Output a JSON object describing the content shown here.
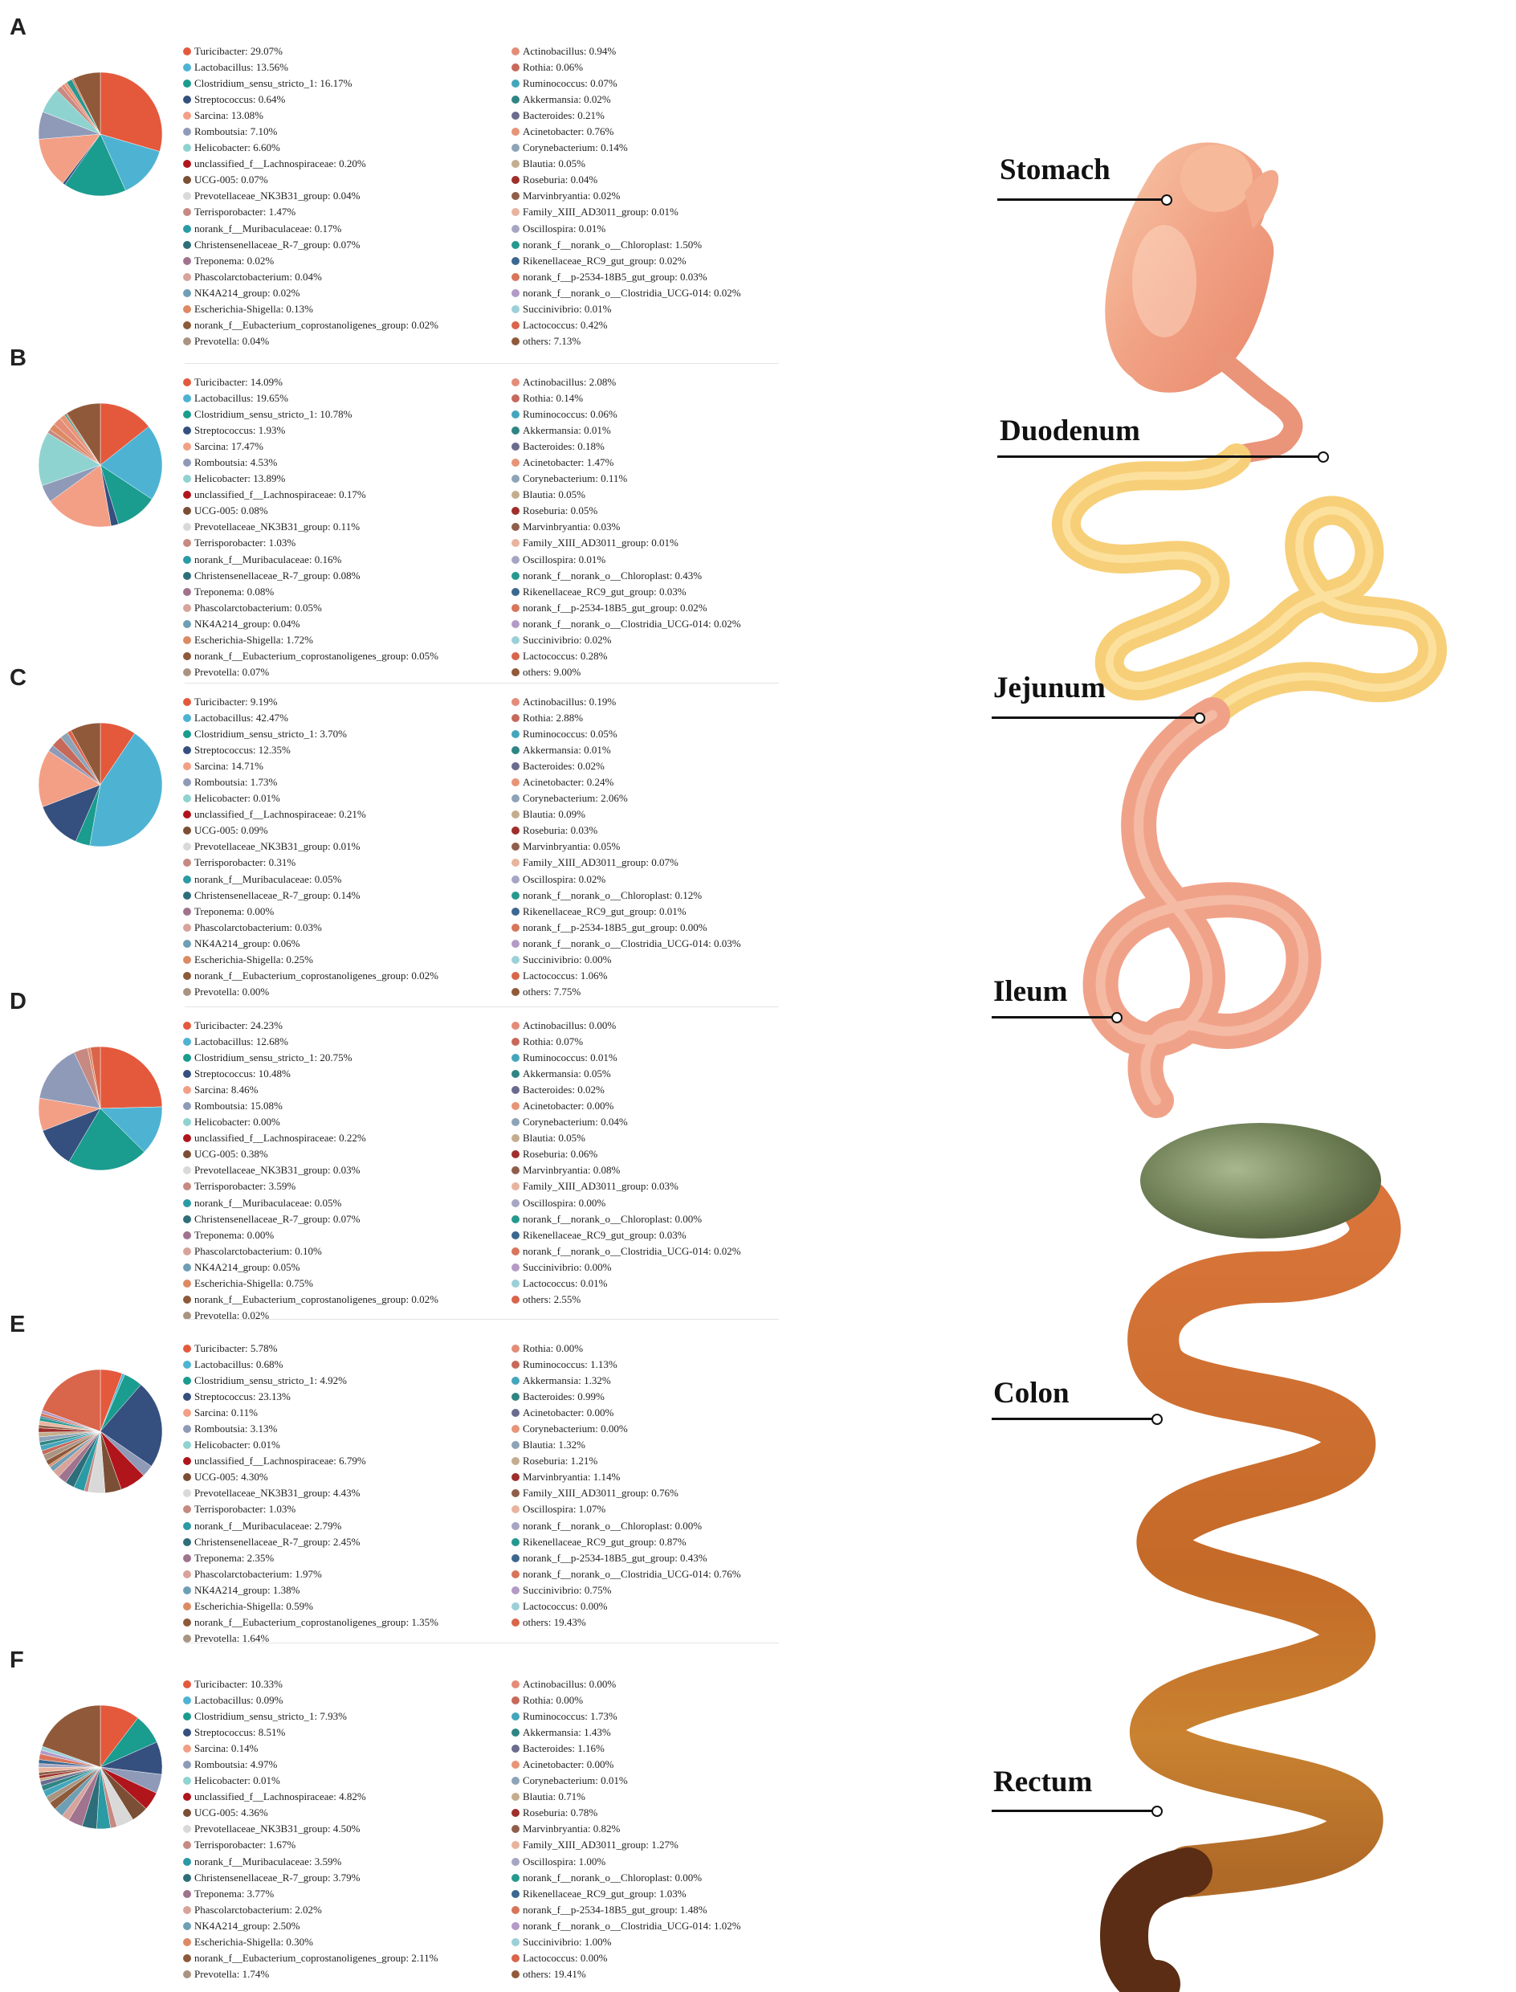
{
  "colors": [
    "#e4593c",
    "#4eb3d3",
    "#1a9c8f",
    "#35507f",
    "#f39f86",
    "#8f9ab8",
    "#8fd3d0",
    "#b0151b",
    "#7b4f35",
    "#d9d9d9",
    "#c68a82",
    "#2a9aa4",
    "#2e6e7a",
    "#a0738e",
    "#d8a39a",
    "#6e9fb5",
    "#dd8a64",
    "#8d5a3a",
    "#a99482",
    "#e48c78",
    "#c7695a",
    "#43a6bd",
    "#2e8583",
    "#6a6b8f",
    "#e89477",
    "#8da3b8",
    "#c4ad8e",
    "#9e2f2a",
    "#8f5e4a",
    "#e8b49e",
    "#a6a6c4",
    "#26998f",
    "#3b6790",
    "#d8755a",
    "#b39ac7",
    "#9bd0d8",
    "#d9654b",
    "#905a3a"
  ],
  "panels": [
    {
      "letter": "A",
      "col1": [
        "Turicibacter: 29.07%",
        "Lactobacillus: 13.56%",
        "Clostridium_sensu_stricto_1: 16.17%",
        "Streptococcus: 0.64%",
        "Sarcina: 13.08%",
        "Romboutsia: 7.10%",
        "Helicobacter: 6.60%",
        "unclassified_f__Lachnospiraceae: 0.20%",
        "UCG-005: 0.07%",
        "Prevotellaceae_NK3B31_group: 0.04%",
        "Terrisporobacter: 1.47%",
        "norank_f__Muribaculaceae: 0.17%",
        "Christensenellaceae_R-7_group: 0.07%",
        "Treponema: 0.02%",
        "Phascolarctobacterium: 0.04%",
        "NK4A214_group: 0.02%",
        "Escherichia-Shigella: 0.13%",
        "norank_f__Eubacterium_coprostanoligenes_group: 0.02%",
        "Prevotella: 0.04%"
      ],
      "col2": [
        "Actinobacillus: 0.94%",
        "Rothia: 0.06%",
        "Ruminococcus: 0.07%",
        "Akkermansia: 0.02%",
        "Bacteroides: 0.21%",
        "Acinetobacter: 0.76%",
        "Corynebacterium: 0.14%",
        "Blautia: 0.05%",
        "Roseburia: 0.04%",
        "Marvinbryantia: 0.02%",
        "Family_XIII_AD3011_group: 0.01%",
        "Oscillospira: 0.01%",
        "norank_f__norank_o__Chloroplast: 1.50%",
        "Rikenellaceae_RC9_gut_group: 0.02%",
        "norank_f__p-2534-18B5_gut_group: 0.03%",
        "norank_f__norank_o__Clostridia_UCG-014: 0.02%",
        "Succinivibrio: 0.01%",
        "Lactococcus: 0.42%",
        "others: 7.13%"
      ]
    },
    {
      "letter": "B",
      "col1": [
        "Turicibacter: 14.09%",
        "Lactobacillus: 19.65%",
        "Clostridium_sensu_stricto_1: 10.78%",
        "Streptococcus: 1.93%",
        "Sarcina: 17.47%",
        "Romboutsia: 4.53%",
        "Helicobacter: 13.89%",
        "unclassified_f__Lachnospiraceae: 0.17%",
        "UCG-005: 0.08%",
        "Prevotellaceae_NK3B31_group: 0.11%",
        "Terrisporobacter: 1.03%",
        "norank_f__Muribaculaceae: 0.16%",
        "Christensenellaceae_R-7_group: 0.08%",
        "Treponema: 0.08%",
        "Phascolarctobacterium: 0.05%",
        "NK4A214_group: 0.04%",
        "Escherichia-Shigella: 1.72%",
        "norank_f__Eubacterium_coprostanoligenes_group: 0.05%",
        "Prevotella: 0.07%"
      ],
      "col2": [
        "Actinobacillus: 2.08%",
        "Rothia: 0.14%",
        "Ruminococcus: 0.06%",
        "Akkermansia: 0.01%",
        "Bacteroides: 0.18%",
        "Acinetobacter: 1.47%",
        "Corynebacterium: 0.11%",
        "Blautia: 0.05%",
        "Roseburia: 0.05%",
        "Marvinbryantia: 0.03%",
        "Family_XIII_AD3011_group: 0.01%",
        "Oscillospira: 0.01%",
        "norank_f__norank_o__Chloroplast: 0.43%",
        "Rikenellaceae_RC9_gut_group: 0.03%",
        "norank_f__p-2534-18B5_gut_group: 0.02%",
        "norank_f__norank_o__Clostridia_UCG-014: 0.02%",
        "Succinivibrio: 0.02%",
        "Lactococcus: 0.28%",
        "others: 9.00%"
      ]
    },
    {
      "letter": "C",
      "col1": [
        "Turicibacter: 9.19%",
        "Lactobacillus: 42.47%",
        "Clostridium_sensu_stricto_1: 3.70%",
        "Streptococcus: 12.35%",
        "Sarcina: 14.71%",
        "Romboutsia: 1.73%",
        "Helicobacter: 0.01%",
        "unclassified_f__Lachnospiraceae: 0.21%",
        "UCG-005: 0.09%",
        "Prevotellaceae_NK3B31_group: 0.01%",
        "Terrisporobacter: 0.31%",
        "norank_f__Muribaculaceae: 0.05%",
        "Christensenellaceae_R-7_group: 0.14%",
        "Treponema: 0.00%",
        "Phascolarctobacterium: 0.03%",
        "NK4A214_group: 0.06%",
        "Escherichia-Shigella: 0.25%",
        "norank_f__Eubacterium_coprostanoligenes_group: 0.02%",
        "Prevotella: 0.00%"
      ],
      "col2": [
        "Actinobacillus: 0.19%",
        "Rothia: 2.88%",
        "Ruminococcus: 0.05%",
        "Akkermansia: 0.01%",
        "Bacteroides: 0.02%",
        "Acinetobacter: 0.24%",
        "Corynebacterium: 2.06%",
        "Blautia: 0.09%",
        "Roseburia: 0.03%",
        "Marvinbryantia: 0.05%",
        "Family_XIII_AD3011_group: 0.07%",
        "Oscillospira: 0.02%",
        "norank_f__norank_o__Chloroplast: 0.12%",
        "Rikenellaceae_RC9_gut_group: 0.01%",
        "norank_f__p-2534-18B5_gut_group: 0.00%",
        "norank_f__norank_o__Clostridia_UCG-014: 0.03%",
        "Succinivibrio: 0.00%",
        "Lactococcus: 1.06%",
        "others: 7.75%"
      ]
    },
    {
      "letter": "D",
      "col1": [
        "Turicibacter: 24.23%",
        "Lactobacillus: 12.68%",
        "Clostridium_sensu_stricto_1: 20.75%",
        "Streptococcus: 10.48%",
        "Sarcina: 8.46%",
        "Romboutsia: 15.08%",
        "Helicobacter: 0.00%",
        "unclassified_f__Lachnospiraceae: 0.22%",
        "UCG-005: 0.38%",
        "Prevotellaceae_NK3B31_group: 0.03%",
        "Terrisporobacter: 3.59%",
        "norank_f__Muribaculaceae: 0.05%",
        "Christensenellaceae_R-7_group: 0.07%",
        "Treponema: 0.00%",
        "Phascolarctobacterium: 0.10%",
        "NK4A214_group: 0.05%",
        "Escherichia-Shigella: 0.75%",
        "norank_f__Eubacterium_coprostanoligenes_group: 0.02%",
        "Prevotella: 0.02%"
      ],
      "col2": [
        "Actinobacillus: 0.00%",
        "Rothia: 0.07%",
        "Ruminococcus: 0.01%",
        "Akkermansia: 0.05%",
        "Bacteroides: 0.02%",
        "Acinetobacter: 0.00%",
        "Corynebacterium: 0.04%",
        "Blautia: 0.05%",
        "Roseburia: 0.06%",
        "Marvinbryantia: 0.08%",
        "Family_XIII_AD3011_group: 0.03%",
        "Oscillospira: 0.00%",
        "norank_f__norank_o__Chloroplast: 0.00%",
        "Rikenellaceae_RC9_gut_group: 0.03%",
        "norank_f__norank_o__Clostridia_UCG-014: 0.02%",
        "Succinivibrio: 0.00%",
        "Lactococcus: 0.01%",
        "others: 2.55%"
      ]
    },
    {
      "letter": "E",
      "col1": [
        "Turicibacter: 5.78%",
        "Lactobacillus: 0.68%",
        "Clostridium_sensu_stricto_1: 4.92%",
        "Streptococcus: 23.13%",
        "Sarcina: 0.11%",
        "Romboutsia: 3.13%",
        "Helicobacter: 0.01%",
        "unclassified_f__Lachnospiraceae: 6.79%",
        "UCG-005: 4.30%",
        "Prevotellaceae_NK3B31_group: 4.43%",
        "Terrisporobacter: 1.03%",
        "norank_f__Muribaculaceae: 2.79%",
        "Christensenellaceae_R-7_group: 2.45%",
        "Treponema: 2.35%",
        "Phascolarctobacterium: 1.97%",
        "NK4A214_group: 1.38%",
        "Escherichia-Shigella: 0.59%",
        "norank_f__Eubacterium_coprostanoligenes_group: 1.35%",
        "Prevotella: 1.64%"
      ],
      "col2": [
        "Rothia: 0.00%",
        "Ruminococcus: 1.13%",
        "Akkermansia: 1.32%",
        "Bacteroides: 0.99%",
        "Acinetobacter: 0.00%",
        "Corynebacterium: 0.00%",
        "Blautia: 1.32%",
        "Roseburia: 1.21%",
        "Marvinbryantia: 1.14%",
        "Family_XIII_AD3011_group: 0.76%",
        "Oscillospira: 1.07%",
        "norank_f__norank_o__Chloroplast: 0.00%",
        "Rikenellaceae_RC9_gut_group: 0.87%",
        "norank_f__p-2534-18B5_gut_group: 0.43%",
        "norank_f__norank_o__Clostridia_UCG-014: 0.76%",
        "Succinivibrio: 0.75%",
        "Lactococcus: 0.00%",
        "others: 19.43%"
      ]
    },
    {
      "letter": "F",
      "col1": [
        "Turicibacter: 10.33%",
        "Lactobacillus: 0.09%",
        "Clostridium_sensu_stricto_1: 7.93%",
        "Streptococcus: 8.51%",
        "Sarcina: 0.14%",
        "Romboutsia: 4.97%",
        "Helicobacter: 0.01%",
        "unclassified_f__Lachnospiraceae: 4.82%",
        "UCG-005: 4.36%",
        "Prevotellaceae_NK3B31_group: 4.50%",
        "Terrisporobacter: 1.67%",
        "norank_f__Muribaculaceae: 3.59%",
        "Christensenellaceae_R-7_group: 3.79%",
        "Treponema: 3.77%",
        "Phascolarctobacterium: 2.02%",
        "NK4A214_group: 2.50%",
        "Escherichia-Shigella: 0.30%",
        "norank_f__Eubacterium_coprostanoligenes_group: 2.11%",
        "Prevotella: 1.74%"
      ],
      "col2": [
        "Actinobacillus: 0.00%",
        "Rothia: 0.00%",
        "Ruminococcus: 1.73%",
        "Akkermansia: 1.43%",
        "Bacteroides: 1.16%",
        "Acinetobacter: 0.00%",
        "Corynebacterium: 0.01%",
        "Blautia: 0.71%",
        "Roseburia: 0.78%",
        "Marvinbryantia: 0.82%",
        "Family_XIII_AD3011_group: 1.27%",
        "Oscillospira: 1.00%",
        "norank_f__norank_o__Chloroplast: 0.00%",
        "Rikenellaceae_RC9_gut_group: 1.03%",
        "norank_f__p-2534-18B5_gut_group: 1.48%",
        "norank_f__norank_o__Clostridia_UCG-014: 1.02%",
        "Succinivibrio: 1.00%",
        "Lactococcus: 0.00%",
        "others: 19.41%"
      ]
    }
  ],
  "organs": {
    "stomach": "Stomach",
    "duodenum": "Duodenum",
    "jejunum": "Jejunum",
    "ileum": "Ileum",
    "colon": "Colon",
    "rectum": "Rectum"
  },
  "chart_data": [
    {
      "type": "pie",
      "panel": "A",
      "labels": [
        "Turicibacter",
        "Lactobacillus",
        "Clostridium_sensu_stricto_1",
        "Streptococcus",
        "Sarcina",
        "Romboutsia",
        "Helicobacter",
        "Terrisporobacter",
        "Actinobacillus",
        "Acinetobacter",
        "norank_f__norank_o__Chloroplast",
        "Lactococcus",
        "others"
      ],
      "values": [
        29.07,
        13.56,
        16.17,
        0.64,
        13.08,
        7.1,
        6.6,
        1.47,
        0.94,
        0.76,
        1.5,
        0.42,
        7.13
      ]
    },
    {
      "type": "pie",
      "panel": "B",
      "labels": [
        "Turicibacter",
        "Lactobacillus",
        "Clostridium_sensu_stricto_1",
        "Streptococcus",
        "Sarcina",
        "Romboutsia",
        "Helicobacter",
        "Terrisporobacter",
        "Escherichia-Shigella",
        "Actinobacillus",
        "Acinetobacter",
        "norank_f__norank_o__Chloroplast",
        "Lactococcus",
        "others"
      ],
      "values": [
        14.09,
        19.65,
        10.78,
        1.93,
        17.47,
        4.53,
        13.89,
        1.03,
        1.72,
        2.08,
        1.47,
        0.43,
        0.28,
        9.0
      ]
    },
    {
      "type": "pie",
      "panel": "C",
      "labels": [
        "Turicibacter",
        "Lactobacillus",
        "Clostridium_sensu_stricto_1",
        "Streptococcus",
        "Sarcina",
        "Romboutsia",
        "Rothia",
        "Corynebacterium",
        "Lactococcus",
        "others"
      ],
      "values": [
        9.19,
        42.47,
        3.7,
        12.35,
        14.71,
        1.73,
        2.88,
        2.06,
        1.06,
        7.75
      ]
    },
    {
      "type": "pie",
      "panel": "D",
      "labels": [
        "Turicibacter",
        "Lactobacillus",
        "Clostridium_sensu_stricto_1",
        "Streptococcus",
        "Sarcina",
        "Romboutsia",
        "Terrisporobacter",
        "Escherichia-Shigella",
        "others"
      ],
      "values": [
        24.23,
        12.68,
        20.75,
        10.48,
        8.46,
        15.08,
        3.59,
        0.75,
        2.55
      ]
    },
    {
      "type": "pie",
      "panel": "E",
      "labels": [
        "Turicibacter",
        "Lactobacillus",
        "Clostridium_sensu_stricto_1",
        "Streptococcus",
        "Romboutsia",
        "unclassified_f__Lachnospiraceae",
        "UCG-005",
        "Prevotellaceae_NK3B31_group",
        "Terrisporobacter",
        "norank_f__Muribaculaceae",
        "Christensenellaceae_R-7_group",
        "Treponema",
        "Phascolarctobacterium",
        "NK4A214_group",
        "Escherichia-Shigella",
        "norank_f__Eubacterium_coprostanoligenes_group",
        "Prevotella",
        "Ruminococcus",
        "Akkermansia",
        "Bacteroides",
        "Blautia",
        "Roseburia",
        "Marvinbryantia",
        "Family_XIII_AD3011_group",
        "Oscillospira",
        "Rikenellaceae_RC9_gut_group",
        "norank_f__p-2534-18B5_gut_group",
        "norank_f__norank_o__Clostridia_UCG-014",
        "Succinivibrio",
        "others"
      ],
      "values": [
        5.78,
        0.68,
        4.92,
        23.13,
        3.13,
        6.79,
        4.3,
        4.43,
        1.03,
        2.79,
        2.45,
        2.35,
        1.97,
        1.38,
        0.59,
        1.35,
        1.64,
        1.13,
        1.32,
        0.99,
        1.32,
        1.21,
        1.14,
        0.76,
        1.07,
        0.87,
        0.43,
        0.76,
        0.75,
        19.43
      ]
    },
    {
      "type": "pie",
      "panel": "F",
      "labels": [
        "Turicibacter",
        "Clostridium_sensu_stricto_1",
        "Streptococcus",
        "Romboutsia",
        "unclassified_f__Lachnospiraceae",
        "UCG-005",
        "Prevotellaceae_NK3B31_group",
        "Terrisporobacter",
        "norank_f__Muribaculaceae",
        "Christensenellaceae_R-7_group",
        "Treponema",
        "Phascolarctobacterium",
        "NK4A214_group",
        "norank_f__Eubacterium_coprostanoligenes_group",
        "Prevotella",
        "Ruminococcus",
        "Akkermansia",
        "Bacteroides",
        "Blautia",
        "Roseburia",
        "Marvinbryantia",
        "Family_XIII_AD3011_group",
        "Oscillospira",
        "Rikenellaceae_RC9_gut_group",
        "norank_f__p-2534-18B5_gut_group",
        "norank_f__norank_o__Clostridia_UCG-014",
        "Succinivibrio",
        "others"
      ],
      "values": [
        10.33,
        7.93,
        8.51,
        4.97,
        4.82,
        4.36,
        4.5,
        1.67,
        3.59,
        3.79,
        3.77,
        2.02,
        2.5,
        2.11,
        1.74,
        1.73,
        1.43,
        1.16,
        0.71,
        0.78,
        0.82,
        1.27,
        1.0,
        1.03,
        1.48,
        1.02,
        1.0,
        19.41
      ]
    }
  ]
}
